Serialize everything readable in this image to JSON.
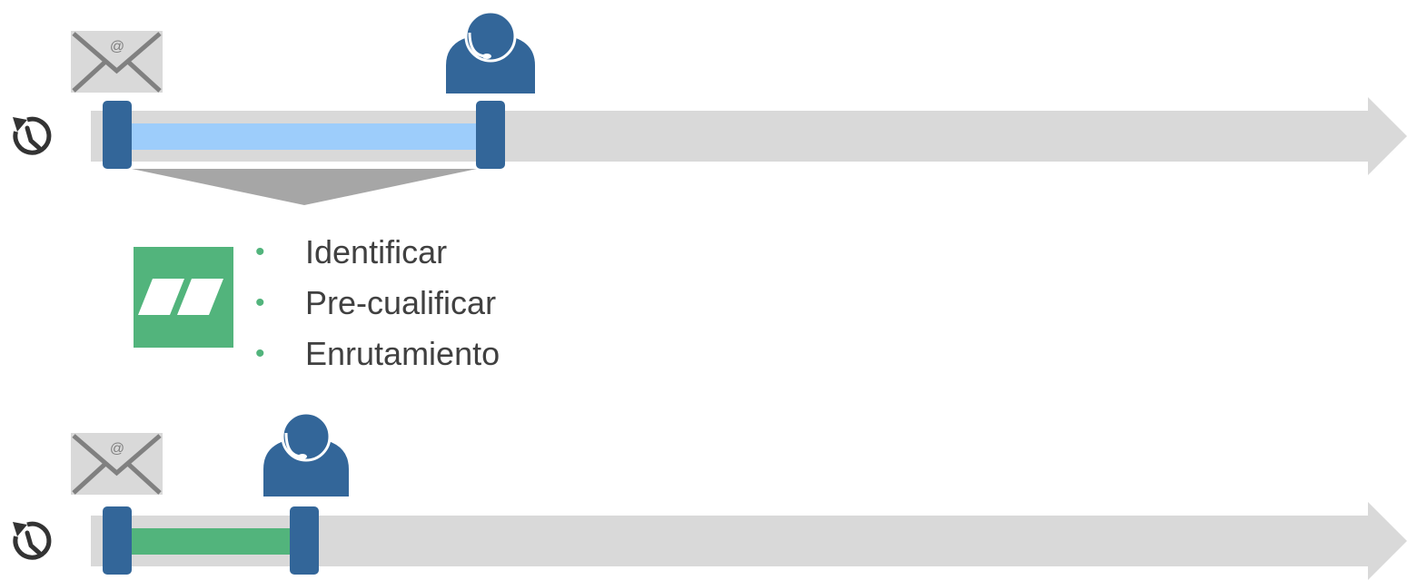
{
  "colors": {
    "track": "#d9d9d9",
    "marker": "#336699",
    "span_before": "#9dcdfb",
    "span_after": "#52b47c",
    "funnel": "#a6a6a6",
    "agent": "#336699",
    "envelope": "#d9d9d9",
    "envelope_line": "#808080",
    "clock": "#333333",
    "logo_bg": "#52b47c",
    "bullet": "#52b47c",
    "text": "#404040"
  },
  "icons": [
    "clock-icon",
    "email-envelope-icon",
    "agent-headset-icon",
    "logo-icon"
  ],
  "envelope_symbol": "@",
  "bullet_symbol": "•",
  "steps": [
    {
      "label": "Identificar"
    },
    {
      "label": "Pre-cualificar"
    },
    {
      "label": "Enrutamiento"
    }
  ]
}
